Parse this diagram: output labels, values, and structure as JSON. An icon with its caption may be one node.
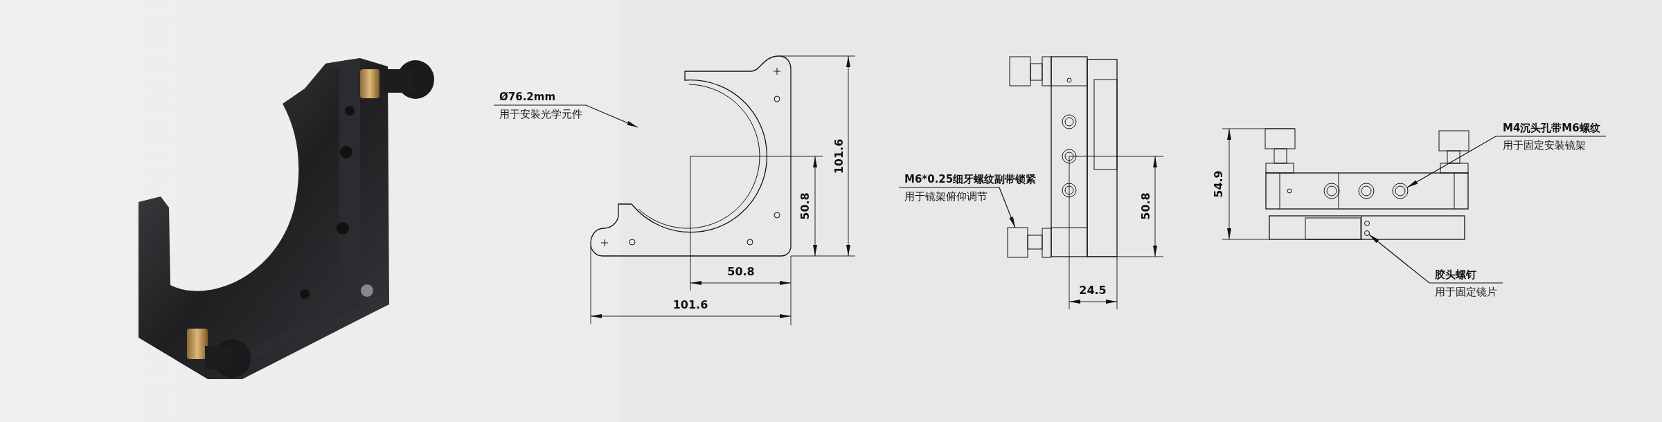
{
  "diagram": {
    "nodes": [
      {
        "text": [
          "Ø76.2mm",
          "用于安装光学元件"
        ]
      },
      {
        "text": [
          "M6*0.25细牙螺纹副带锁紧",
          "用于镜架俯仰调节"
        ]
      },
      {
        "text": [
          "M4沉头孔带M6螺纹",
          "用于固定安装镜架"
        ]
      },
      {
        "text": [
          "胶头螺钉",
          "用于固定镜片"
        ]
      },
      {
        "text": [],
        "shape": "circle"
      },
      {
        "text": [],
        "shape": "box"
      },
      {
        "text": [],
        "shape": "circle"
      },
      {
        "text": [],
        "shape": "circle"
      }
    ],
    "edges": [
      {
        "from": 0,
        "to": 4,
        "arrow": "to"
      },
      {
        "from": 1,
        "to": 5,
        "arrow": "to"
      },
      {
        "from": 2,
        "to": 6,
        "arrow": "to"
      },
      {
        "from": 3,
        "to": 7,
        "arrow": "to"
      }
    ],
    "labels": [
      "101.6",
      "50.8",
      "50.8",
      "101.6",
      "50.8",
      "24.5",
      "54.9"
    ]
  }
}
